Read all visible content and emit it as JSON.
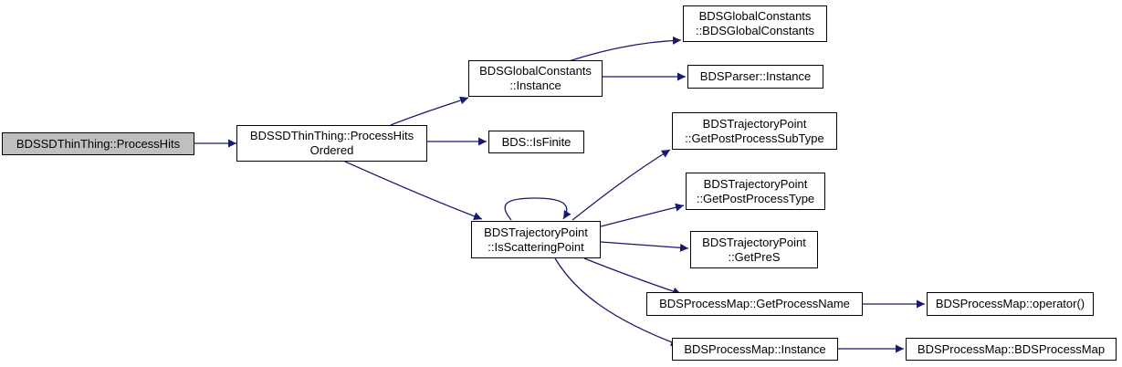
{
  "colors": {
    "edge": "#191970",
    "root_fill": "#bfbfbf",
    "node_fill": "#ffffff",
    "node_border": "#000000"
  },
  "nodes": {
    "n0": {
      "lines": [
        "BDSSDThinThing::ProcessHits"
      ]
    },
    "n1": {
      "lines": [
        "BDSSDThinThing::ProcessHits",
        "Ordered"
      ]
    },
    "n2": {
      "lines": [
        "BDSGlobalConstants",
        "::Instance"
      ]
    },
    "n3": {
      "lines": [
        "BDS::IsFinite"
      ]
    },
    "n4": {
      "lines": [
        "BDSTrajectoryPoint",
        "::IsScatteringPoint"
      ]
    },
    "n5": {
      "lines": [
        "BDSGlobalConstants",
        "::BDSGlobalConstants"
      ]
    },
    "n6": {
      "lines": [
        "BDSParser::Instance"
      ]
    },
    "n7": {
      "lines": [
        "BDSTrajectoryPoint",
        "::GetPostProcessSubType"
      ]
    },
    "n8": {
      "lines": [
        "BDSTrajectoryPoint",
        "::GetPostProcessType"
      ]
    },
    "n9": {
      "lines": [
        "BDSTrajectoryPoint",
        "::GetPreS"
      ]
    },
    "n10": {
      "lines": [
        "BDSProcessMap::GetProcessName"
      ]
    },
    "n11": {
      "lines": [
        "BDSProcessMap::Instance"
      ]
    },
    "n12": {
      "lines": [
        "BDSProcessMap::operator()"
      ]
    },
    "n13": {
      "lines": [
        "BDSProcessMap::BDSProcessMap"
      ]
    }
  }
}
